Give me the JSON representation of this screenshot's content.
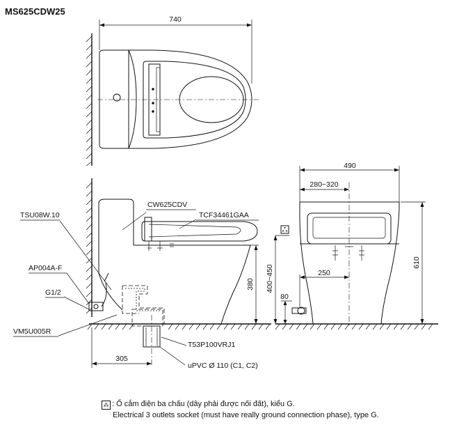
{
  "model": "MS625CDW25",
  "dimensions": {
    "top_length": "740",
    "side_width": "490",
    "side_range": "280~320",
    "height_total": "610",
    "socket_height": "400~450",
    "seat_height": "380",
    "outlet_offset": "250",
    "valve_height": "80",
    "drain_offset": "305"
  },
  "parts": {
    "tsu": "TSU08W.10",
    "cw": "CW625CDV",
    "tcf": "TCF34461GAA",
    "ap": "AP004A-F",
    "g": "G1/2",
    "vm": "VM5U005R",
    "t53": "T53P100VRJ1",
    "upvc": "uPVC Ø 110 (C1, C2)"
  },
  "note": {
    "icon": "electrical-socket-icon",
    "vi": ": Ổ cắm điện ba chấu (dây phải được nối đất), kiểu G.",
    "en": "Electrical 3 outlets socket (must have really ground connection phase), type G."
  }
}
